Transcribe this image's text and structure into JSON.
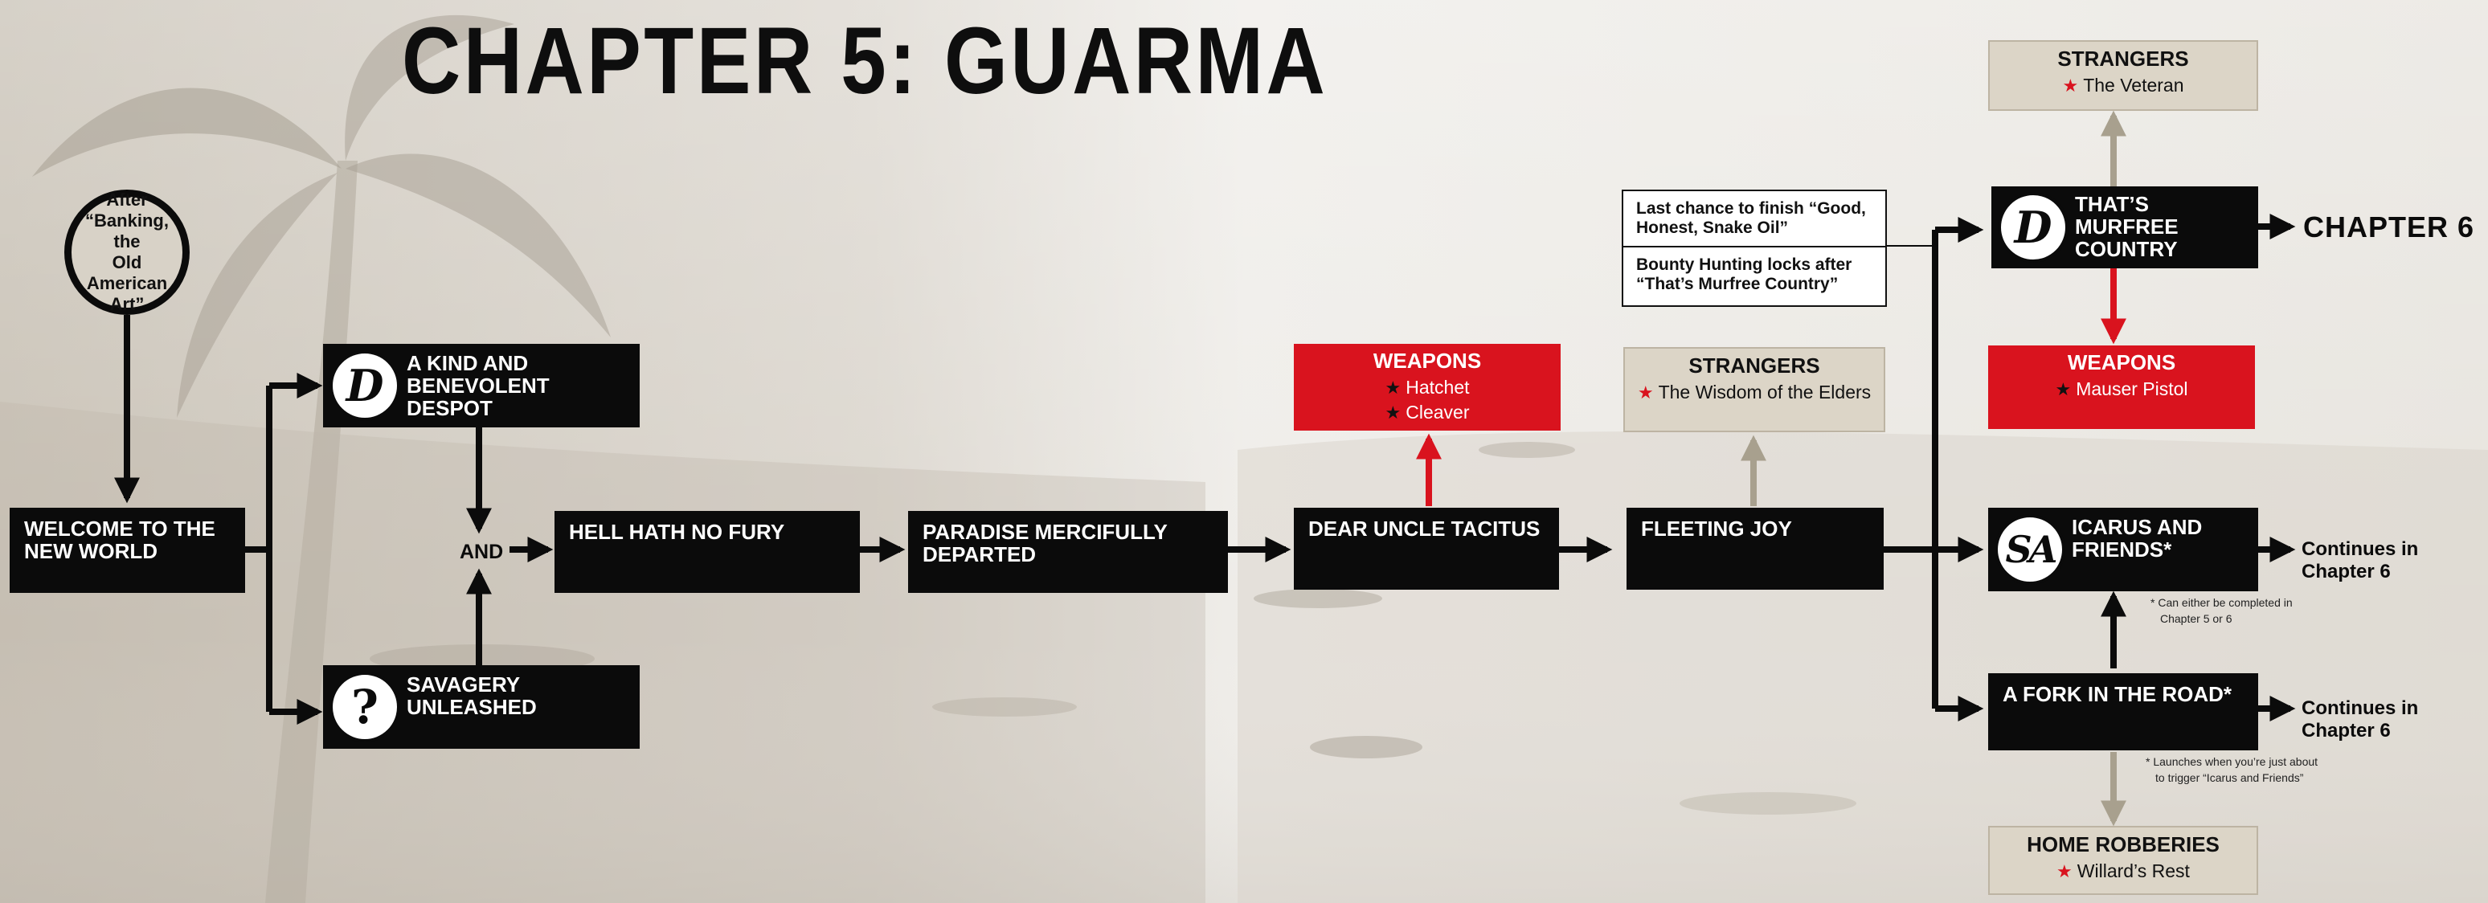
{
  "title": "CHAPTER 5: GUARMA",
  "start": {
    "line1": "After",
    "line2": "“Banking, the",
    "line3": "Old American",
    "line4": "Art”"
  },
  "missions": {
    "welcome": "WELCOME TO THE NEW WORLD",
    "despot": "A KIND AND BENEVOLENT DESPOT",
    "savagery": "SAVAGERY UNLEASHED",
    "hell": "HELL HATH NO FURY",
    "paradise": "PARADISE MERCIFULLY DEPARTED",
    "tacitus": "DEAR UNCLE TACITUS",
    "fleeting": "FLEETING JOY",
    "murfree": "THAT’S MURFREE COUNTRY",
    "icarus": "ICARUS AND FRIENDS*",
    "fork": "A FORK IN THE ROAD*"
  },
  "and_label": "AND",
  "weapons1": {
    "heading": "WEAPONS",
    "items": [
      "Hatchet",
      "Cleaver"
    ]
  },
  "weapons2": {
    "heading": "WEAPONS",
    "items": [
      "Mauser Pistol"
    ]
  },
  "strangers1": {
    "heading": "STRANGERS",
    "items": [
      "The Wisdom of the Elders"
    ]
  },
  "strangers2": {
    "heading": "STRANGERS",
    "items": [
      "The Veteran"
    ]
  },
  "home_robberies": {
    "heading": "HOME ROBBERIES",
    "items": [
      "Willard’s Rest"
    ]
  },
  "notes": {
    "last_chance_l1": "Last chance to finish “Good,",
    "last_chance_l2": "Honest, Snake Oil”",
    "bounty_l1": "Bounty Hunting locks after",
    "bounty_l2": "“That’s Murfree Country”"
  },
  "chapter6": "CHAPTER 6",
  "continues": "Continues in Chapter 6",
  "footnotes": {
    "icarus_l1": "* Can either be completed in",
    "icarus_l2": "Chapter 5 or 6",
    "fork_l1": "* Launches when you’re just about",
    "fork_l2": "to trigger “Icarus and Friends”"
  },
  "badges": {
    "despot": "D",
    "savagery": "?",
    "murfree": "D",
    "icarus": "SA"
  },
  "colors": {
    "black": "#0b0b0b",
    "red": "#d9131e",
    "tan": "#dcd5c7",
    "tan_arrow": "#a8a08e",
    "background": "#eceae6"
  },
  "icons": {
    "despot": "dutch-icon",
    "savagery": "unknown-character-icon",
    "murfree": "dutch-icon",
    "icarus": "sadie-adler-icon",
    "star": "star-icon"
  }
}
